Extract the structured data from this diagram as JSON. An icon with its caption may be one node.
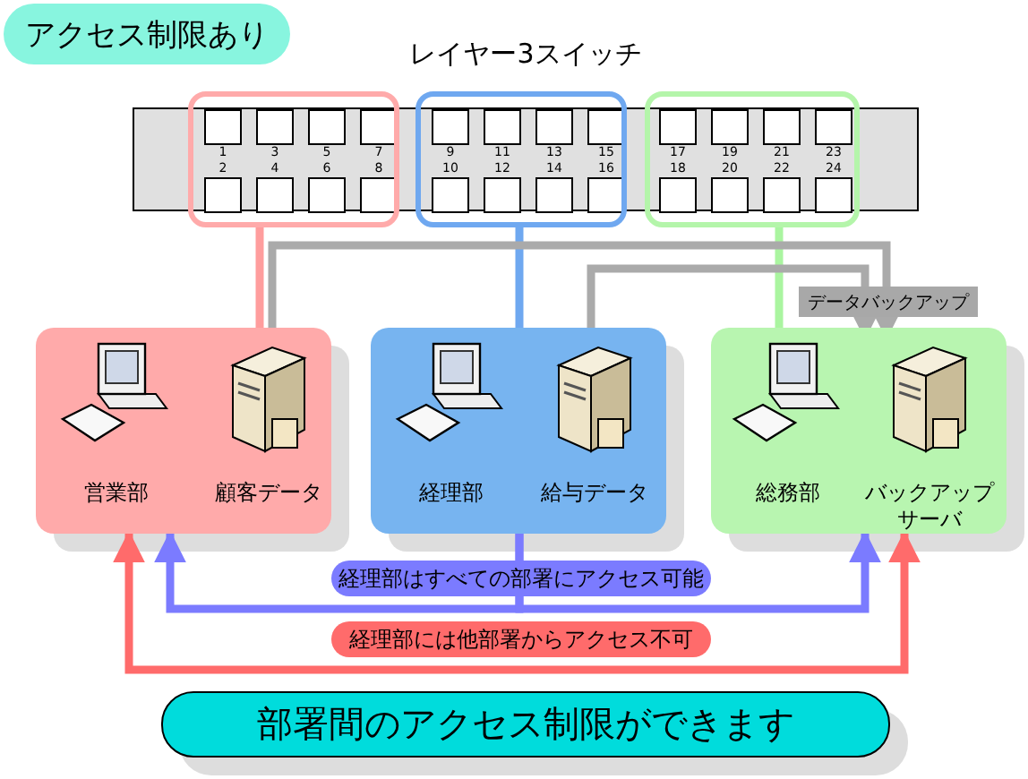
{
  "diagram": {
    "nodes": [
      {
        "text": [
          "アクセス制限あり"
        ]
      },
      {
        "text": [
          "レイヤー3スイッチ"
        ]
      },
      {
        "text": [],
        "shape": "box"
      },
      {
        "text": [],
        "shape": "box"
      },
      {
        "text": [],
        "shape": "box"
      },
      {
        "text": [],
        "shape": "box"
      },
      {
        "text": [
          "営業部"
        ],
        "in": 5
      },
      {
        "text": [
          "顧客データ"
        ],
        "in": 5
      },
      {
        "text": [],
        "shape": "box"
      },
      {
        "text": [
          "経理部"
        ],
        "in": 8
      },
      {
        "text": [
          "給与データ"
        ],
        "in": 8
      },
      {
        "text": [],
        "shape": "box"
      },
      {
        "text": [
          "総務部"
        ],
        "in": 11
      },
      {
        "text": [
          "バックアップサーバ"
        ],
        "in": 11
      },
      {
        "text": [
          "部署間のアクセス制限ができます"
        ]
      }
    ],
    "edges": [
      {
        "from": 2,
        "to": 5,
        "arrow": "none",
        "color": "#ff9d9d"
      },
      {
        "from": 3,
        "to": 8,
        "arrow": "none",
        "color": "#6fa8f0"
      },
      {
        "from": 4,
        "to": 11,
        "arrow": "none",
        "color": "#aaf5a0"
      },
      {
        "from": 7,
        "to": 13,
        "arrow": "to"
      },
      {
        "from": 10,
        "to": 13,
        "arrow": "to",
        "label": "データバックアップ"
      },
      {
        "from": 8,
        "to": 5,
        "arrow": "to",
        "color": "#7b7bff",
        "label": "経理部はすべての部署にアクセス可能"
      },
      {
        "from": 8,
        "to": 11,
        "arrow": "to",
        "color": "#7b7bff"
      },
      {
        "from": 5,
        "to": 11,
        "arrow": "both",
        "color": "#ff6b6b",
        "label": "経理部には他部署からアクセス不可"
      }
    ],
    "labels": [
      "1",
      "3",
      "5",
      "7",
      "9",
      "11",
      "13",
      "15",
      "17",
      "19",
      "21",
      "23",
      "2",
      "4",
      "6",
      "8",
      "10",
      "12",
      "14",
      "16",
      "18",
      "20",
      "22",
      "24"
    ]
  }
}
